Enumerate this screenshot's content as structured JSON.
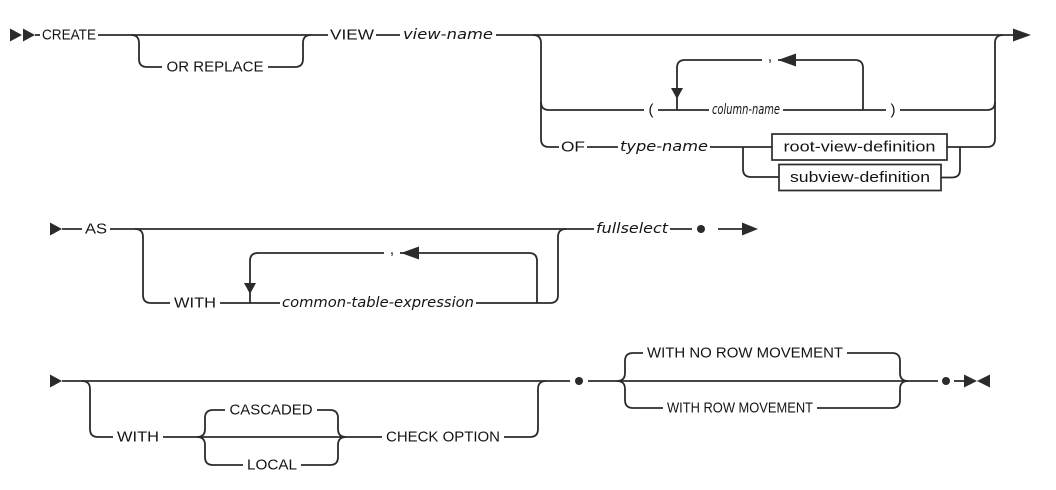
{
  "diagram": {
    "kind": "sql-syntax-railroad-diagram",
    "statement": "CREATE VIEW"
  },
  "colors": {
    "line": "#2b2b2b",
    "text": "#141414",
    "background": "#ffffff"
  },
  "row1": {
    "create": "CREATE",
    "or_replace": "OR REPLACE",
    "view": "VIEW",
    "view_name": "view-name",
    "left_paren": "(",
    "loop_separator": ",",
    "column_name": "column-name",
    "right_paren": ")",
    "of": "OF",
    "type_name": "type-name",
    "root_view_definition": "root-view-definition",
    "subview_definition": "subview-definition"
  },
  "row2": {
    "as_kw": "AS",
    "with_kw": "WITH",
    "loop_separator": ",",
    "common_table_expression": "common-table-expression",
    "fullselect": "fullselect"
  },
  "row3": {
    "with_kw": "WITH",
    "cascaded": "CASCADED",
    "local": "LOCAL",
    "check_option": "CHECK OPTION",
    "with_no_row_movement": "WITH NO ROW MOVEMENT",
    "with_row_movement": "WITH ROW MOVEMENT"
  }
}
